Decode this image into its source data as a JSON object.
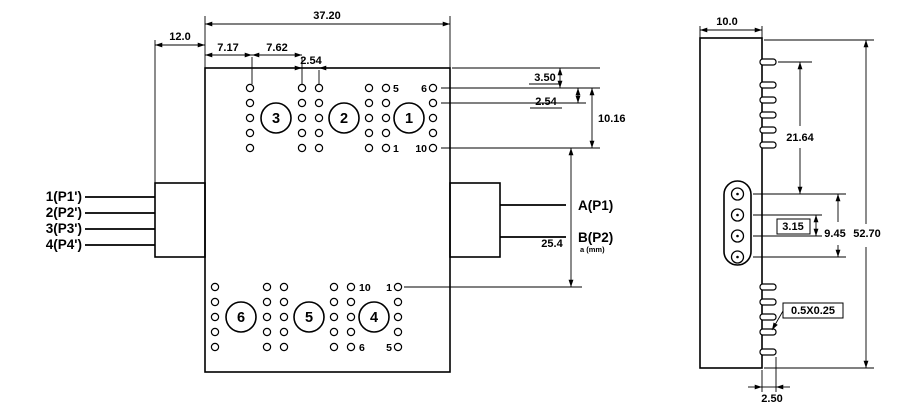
{
  "front_view": {
    "dims": {
      "overall_width": "37.20",
      "flange_width": "12.0",
      "edge_to_col1": "7.17",
      "col_pitch": "7.62",
      "pin_pitch_top": "2.54",
      "top_margin": "3.50",
      "pin_pitch_right": "2.54",
      "row_span": "10.16",
      "block_gap": "25.4"
    },
    "left_leads": [
      "1(P1')",
      "2(P2')",
      "3(P3')",
      "4(P4')"
    ],
    "right_leads": [
      "A(P1)",
      "B(P2)"
    ],
    "right_leads_note": "a (mm)",
    "coils_top": [
      "3",
      "2",
      "1"
    ],
    "coils_bottom": [
      "6",
      "5",
      "4"
    ],
    "pad_labels_top": {
      "row1_left": "5",
      "row1_right": "6",
      "row5_left": "1",
      "row5_right": "10"
    },
    "pad_labels_bottom": {
      "row1_left": "10",
      "row1_right": "1",
      "row5_left": "6",
      "row5_right": "5"
    }
  },
  "side_view": {
    "dims": {
      "depth": "10.0",
      "pad_to_hole": "21.64",
      "hole_pitch": "3.15",
      "hole_span": "9.45",
      "overall_height": "52.70",
      "pad_size": "0.5X0.25",
      "pad_overhang": "2.50"
    }
  }
}
